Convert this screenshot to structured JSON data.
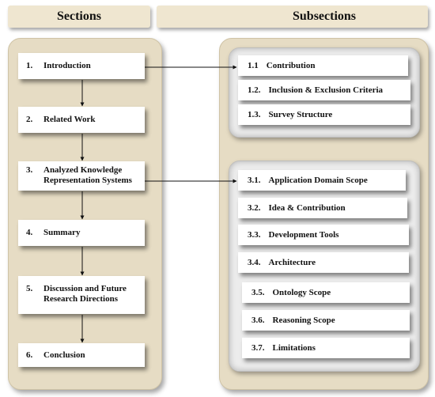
{
  "headers": {
    "sections": "Sections",
    "subsections": "Subsections"
  },
  "sections": [
    {
      "num": "1.",
      "label": "Introduction"
    },
    {
      "num": "2.",
      "label": "Related Work"
    },
    {
      "num": "3.",
      "label": "Analyzed Knowledge",
      "label2": "Representation Systems"
    },
    {
      "num": "4.",
      "label": "Summary"
    },
    {
      "num": "5.",
      "label": "Discussion and Future",
      "label2": "Research Directions"
    },
    {
      "num": "6.",
      "label": "Conclusion"
    }
  ],
  "intro_subsections": [
    {
      "num": "1.1",
      "label": "Contribution"
    },
    {
      "num": "1.2.",
      "label": "Inclusion & Exclusion Criteria"
    },
    {
      "num": "1.3.",
      "label": "Survey Structure"
    }
  ],
  "systems_subsections": [
    {
      "num": "3.1.",
      "label": "Application Domain Scope"
    },
    {
      "num": "3.2.",
      "label": "Idea & Contribution"
    },
    {
      "num": "3.3.",
      "label": "Development Tools"
    },
    {
      "num": "3.4.",
      "label": "Architecture"
    },
    {
      "num": "3.5.",
      "label": "Ontology Scope"
    },
    {
      "num": "3.6.",
      "label": "Reasoning Scope"
    },
    {
      "num": "3.7.",
      "label": "Limitations"
    }
  ]
}
